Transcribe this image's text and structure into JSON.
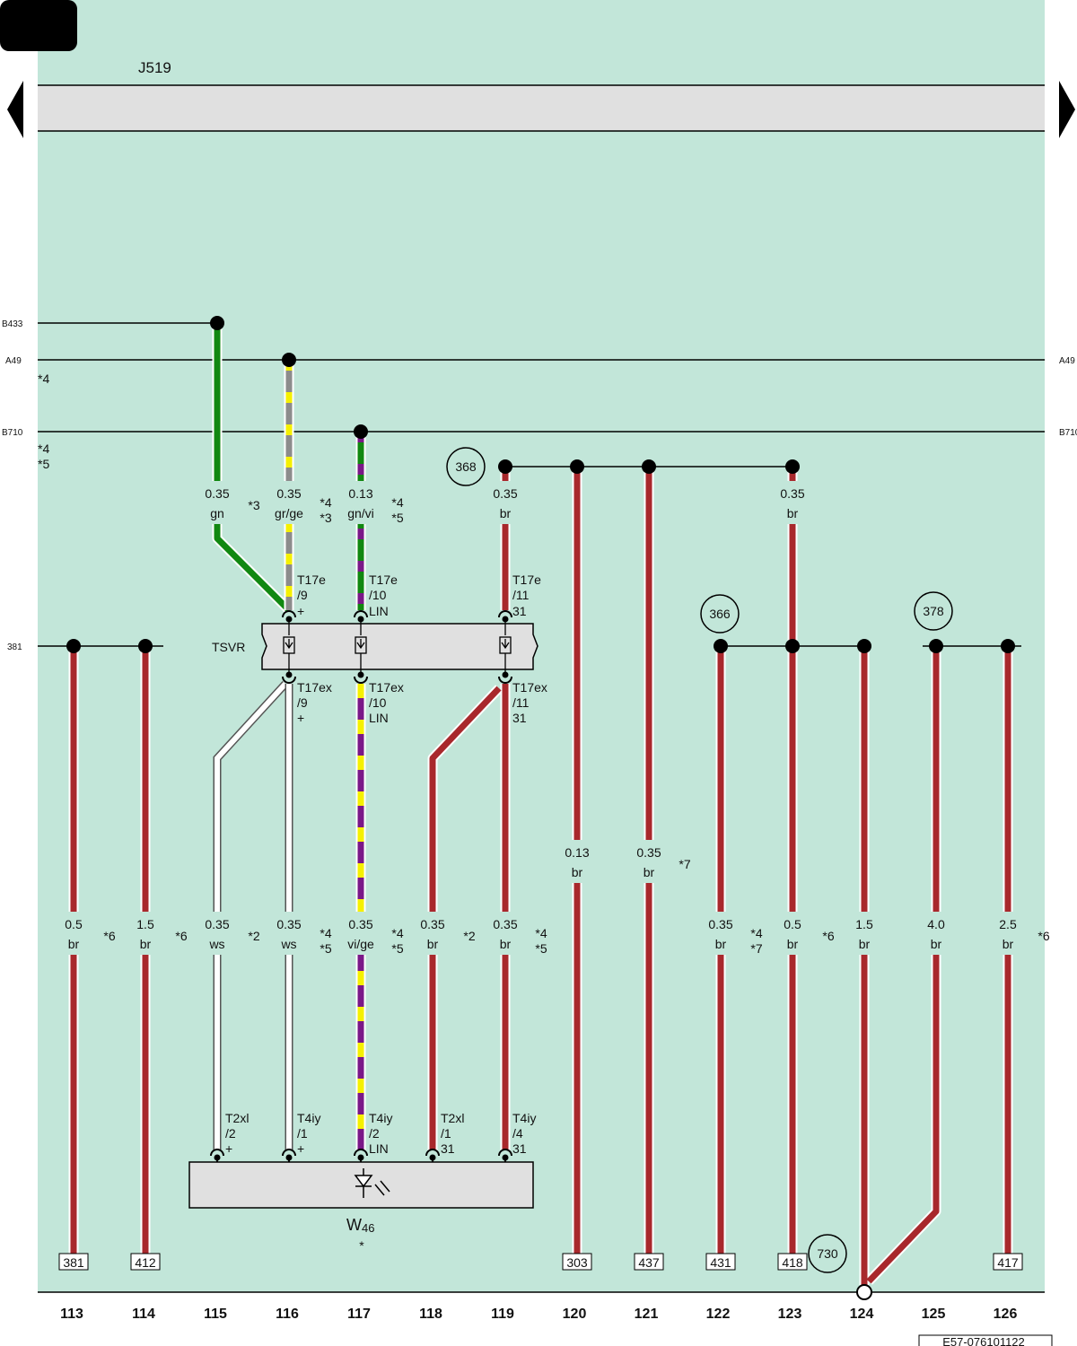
{
  "header": {
    "component": "J519"
  },
  "footer": {
    "code": "E57-076101122"
  },
  "columns": [
    "113",
    "114",
    "115",
    "116",
    "117",
    "118",
    "119",
    "120",
    "121",
    "122",
    "123",
    "124",
    "125",
    "126"
  ],
  "buses": [
    "B433",
    "A49",
    "B710",
    "381"
  ],
  "bus_right": {
    "A49": "A49",
    "B710": "B710"
  },
  "notes": {
    "a49_note": "*4",
    "b710_note_1": "*4",
    "b710_note_2": "*5"
  },
  "components": {
    "tsvr": "TSVR",
    "w46_main": "W",
    "w46_sub": "46",
    "w46_note": "*"
  },
  "circled_refs": [
    "368",
    "366",
    "378",
    "730"
  ],
  "wires_upper": [
    {
      "size": "0.35",
      "color": "gn",
      "note1": "*3",
      "note2": ""
    },
    {
      "size": "0.35",
      "color": "gr/ge",
      "note1": "*4",
      "note2": "*3"
    },
    {
      "size": "0.13",
      "color": "gn/vi",
      "note1": "*4",
      "note2": "*5"
    },
    {
      "size": "0.35",
      "color": "br",
      "note1": "",
      "note2": ""
    },
    {
      "size": "0.35",
      "color": "br",
      "note1": "",
      "note2": ""
    }
  ],
  "wires_mid": [
    {
      "size": "0.13",
      "color": "br",
      "note": ""
    },
    {
      "size": "0.35",
      "color": "br",
      "note": "*7"
    }
  ],
  "wires_lower": [
    {
      "size": "0.5",
      "color": "br",
      "note1": "*6",
      "note2": ""
    },
    {
      "size": "1.5",
      "color": "br",
      "note1": "*6",
      "note2": ""
    },
    {
      "size": "0.35",
      "color": "ws",
      "note1": "*2",
      "note2": ""
    },
    {
      "size": "0.35",
      "color": "ws",
      "note1": "*4",
      "note2": "*5"
    },
    {
      "size": "0.35",
      "color": "vi/ge",
      "note1": "*4",
      "note2": "*5"
    },
    {
      "size": "0.35",
      "color": "br",
      "note1": "*2",
      "note2": ""
    },
    {
      "size": "0.35",
      "color": "br",
      "note1": "*4",
      "note2": "*5"
    },
    {
      "size": "0.35",
      "color": "br",
      "note1": "*4",
      "note2": "*7"
    },
    {
      "size": "0.5",
      "color": "br",
      "note1": "*6",
      "note2": ""
    },
    {
      "size": "1.5",
      "color": "br",
      "note1": "",
      "note2": ""
    },
    {
      "size": "4.0",
      "color": "br",
      "note1": "",
      "note2": ""
    },
    {
      "size": "2.5",
      "color": "br",
      "note1": "*6",
      "note2": ""
    }
  ],
  "connector_top": [
    {
      "l1": "T17e",
      "l2": "/9",
      "l3": "+"
    },
    {
      "l1": "T17e",
      "l2": "/10",
      "l3": "LIN"
    },
    {
      "l1": "T17e",
      "l2": "/11",
      "l3": "31"
    }
  ],
  "connector_bottom": [
    {
      "l1": "T17ex",
      "l2": "/9",
      "l3": "+"
    },
    {
      "l1": "T17ex",
      "l2": "/10",
      "l3": "LIN"
    },
    {
      "l1": "T17ex",
      "l2": "/11",
      "l3": "31"
    }
  ],
  "connector_w46": [
    {
      "l1": "T2xl",
      "l2": "/2",
      "l3": "+"
    },
    {
      "l1": "T4iy",
      "l2": "/1",
      "l3": "+"
    },
    {
      "l1": "T4iy",
      "l2": "/2",
      "l3": "LIN"
    },
    {
      "l1": "T2xl",
      "l2": "/1",
      "l3": "31"
    },
    {
      "l1": "T4iy",
      "l2": "/4",
      "l3": "31"
    }
  ],
  "ref_boxes": [
    "381",
    "412",
    "303",
    "437",
    "431",
    "418",
    "417"
  ],
  "colors": {
    "background": "#c2e6d9",
    "brown_wire": "#a8282c",
    "green_wire": "#118811",
    "violet": "#7a1888",
    "yellow": "#f5f000",
    "grey": "#8c8c8c",
    "box_fill": "#e0e0e0"
  }
}
